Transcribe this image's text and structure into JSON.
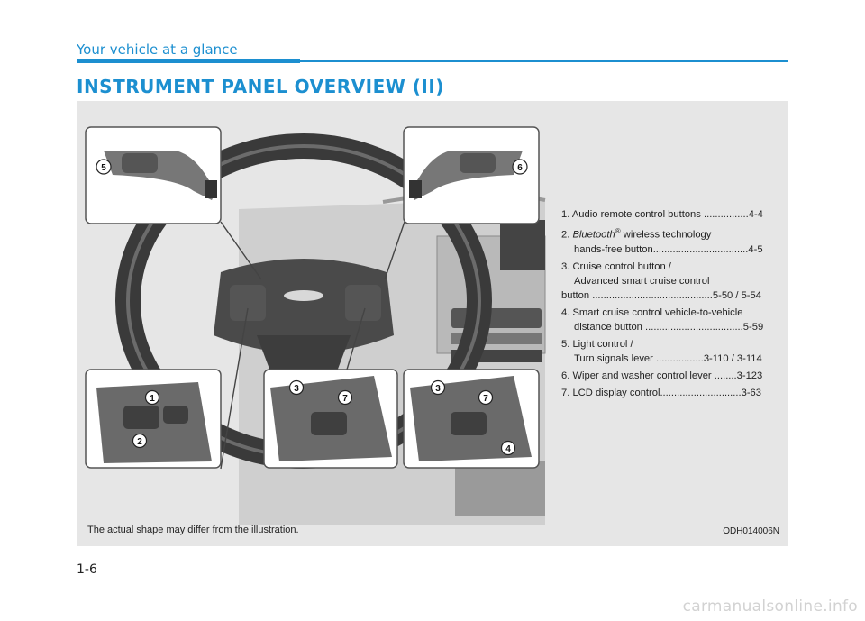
{
  "header": {
    "section": "Your vehicle at a glance",
    "title": "INSTRUMENT PANEL OVERVIEW (II)"
  },
  "callouts": [
    "1",
    "2",
    "3",
    "4",
    "5",
    "6",
    "7"
  ],
  "items": [
    {
      "num": "1.",
      "text": "Audio remote control buttons ................4-4"
    },
    {
      "num": "2.",
      "italic": "Bluetooth",
      "sup": "®",
      "rest": " wireless technology",
      "line2": "hands-free button..................................4-5"
    },
    {
      "num": "3.",
      "text": "Cruise control button /",
      "line2": "Advanced smart cruise control",
      "line3": "button ...........................................5-50 / 5-54"
    },
    {
      "num": "4.",
      "text": "Smart cruise control vehicle-to-vehicle",
      "line2": "distance button ...................................5-59"
    },
    {
      "num": "5.",
      "text": "Light control /",
      "line2": "Turn signals lever .................3-110 / 3-114"
    },
    {
      "num": "6.",
      "text": "Wiper and washer control lever ........3-123"
    },
    {
      "num": "7.",
      "text": "LCD display control.............................3-63"
    }
  ],
  "caption": "The actual shape may differ from the illustration.",
  "figure_code": "ODH014006N",
  "page_number": "1-6",
  "watermark": "carmanualsonline.info",
  "colors": {
    "accent": "#1c8fd0",
    "panel_bg": "#e6e6e6"
  }
}
